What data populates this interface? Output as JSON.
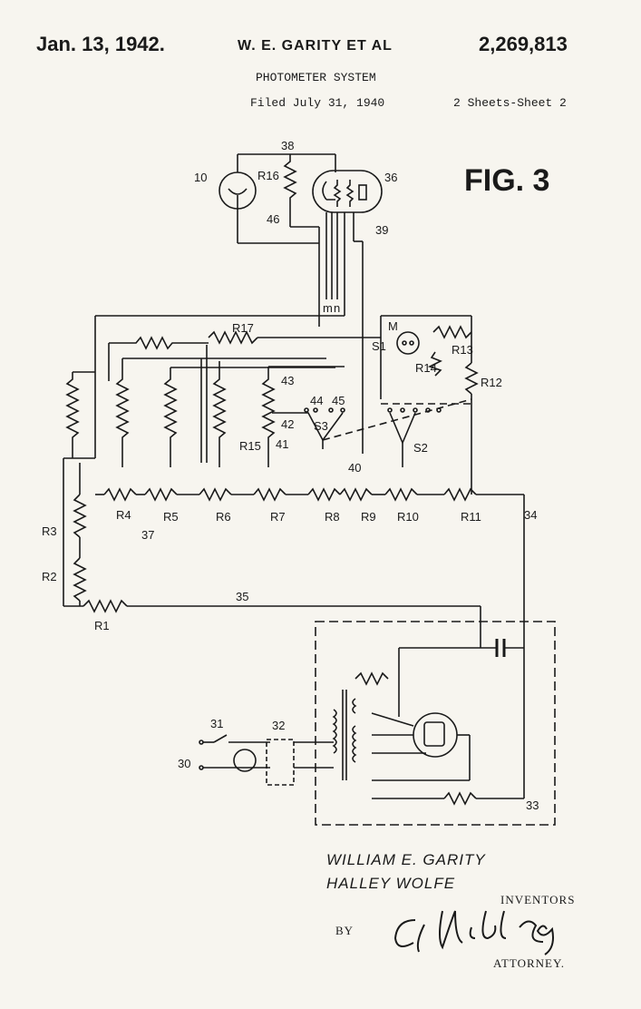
{
  "header": {
    "date": "Jan. 13, 1942.",
    "inventors": "W. E. GARITY ET AL",
    "patent_number": "2,269,813",
    "title": "PHOTOMETER SYSTEM",
    "filed": "Filed July 31, 1940",
    "sheets": "2 Sheets-Sheet 2"
  },
  "figure": {
    "label": "FIG. 3",
    "refs": {
      "r10": "10",
      "r38": "38",
      "r36": "36",
      "r46": "46",
      "r39": "39",
      "r43": "43",
      "r44": "44",
      "r45": "45",
      "r42": "42",
      "r41": "41",
      "r40": "40",
      "r34": "34",
      "r35": "35",
      "r37": "37",
      "r31": "31",
      "r32": "32",
      "r30": "30",
      "r33": "33",
      "m": "m",
      "n": "n",
      "M": "M",
      "S1": "S1",
      "S2": "S2",
      "S3": "S3",
      "R1": "R1",
      "R2": "R2",
      "R3": "R3",
      "R4": "R4",
      "R5": "R5",
      "R6": "R6",
      "R7": "R7",
      "R8": "R8",
      "R9": "R9",
      "R10": "R10",
      "R11": "R11",
      "R12": "R12",
      "R13": "R13",
      "R14": "R14",
      "R15": "R15",
      "R16": "R16",
      "R17": "R17"
    }
  },
  "signatures": {
    "inventor_1": "WILLIAM E. GARITY",
    "inventor_2": "HALLEY WOLFE",
    "inventors_label": "INVENTORS",
    "by": "BY",
    "attorney_label": "ATTORNEY."
  },
  "colors": {
    "ink": "#1a1a1a",
    "paper": "#f7f5ef"
  }
}
